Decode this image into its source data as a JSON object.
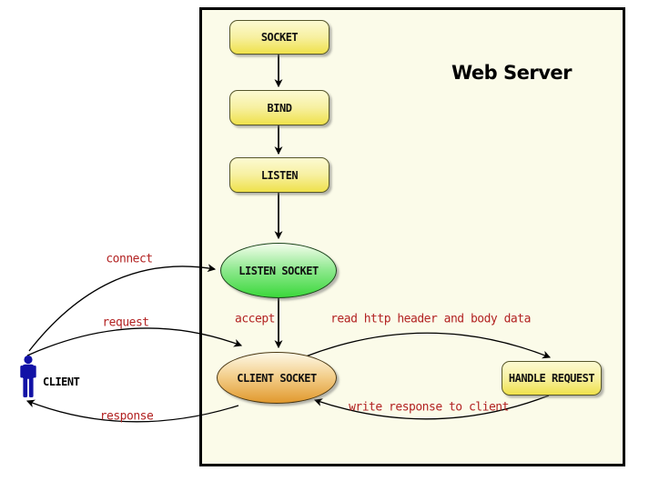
{
  "diagram": {
    "title": "Web Server",
    "nodes": {
      "socket": "SOCKET",
      "bind": "BIND",
      "listen": "LISTEN",
      "listen_socket": "LISTEN SOCKET",
      "client_socket": "CLIENT SOCKET",
      "handle_request": "HANDLE REQUEST"
    },
    "actor": "CLIENT",
    "edges": {
      "connect": "connect",
      "request": "request",
      "response": "response",
      "accept": "accept",
      "read": "read http header and body data",
      "write": "write response to client"
    },
    "colors": {
      "label_red": "#B22222",
      "box_yellow_top": "#FCFAD2",
      "box_yellow_bottom": "#EFE14B",
      "ellipse_green_top": "#F4FDEC",
      "ellipse_green_bottom": "#3BD83B",
      "ellipse_orange_top": "#FDF8E6",
      "ellipse_orange_bottom": "#E1992E",
      "server_background": "#FBFBE9",
      "client_blue": "#1212A6"
    }
  }
}
